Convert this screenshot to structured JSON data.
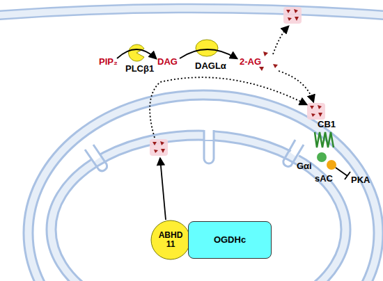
{
  "diagram": {
    "nodes": [
      {
        "text": [
          "ABHD11"
        ]
      },
      {
        "text": [
          "OGDHc"
        ]
      }
    ],
    "labels": [
      "PIP₂",
      "PLCβ1",
      "DAG",
      "DAGLα",
      "2-AG",
      "CB1",
      "Gαi",
      "sAC",
      "PKA"
    ]
  }
}
